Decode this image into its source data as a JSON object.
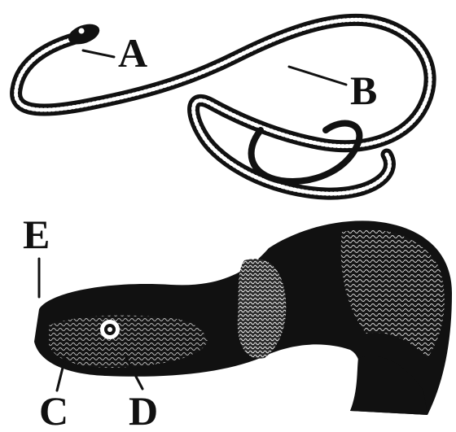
{
  "figure": {
    "labels": {
      "a": "A",
      "b": "B",
      "c": "C",
      "d": "D",
      "e": "E"
    },
    "ink_color": "#111111",
    "paper_color": "#ffffff"
  }
}
